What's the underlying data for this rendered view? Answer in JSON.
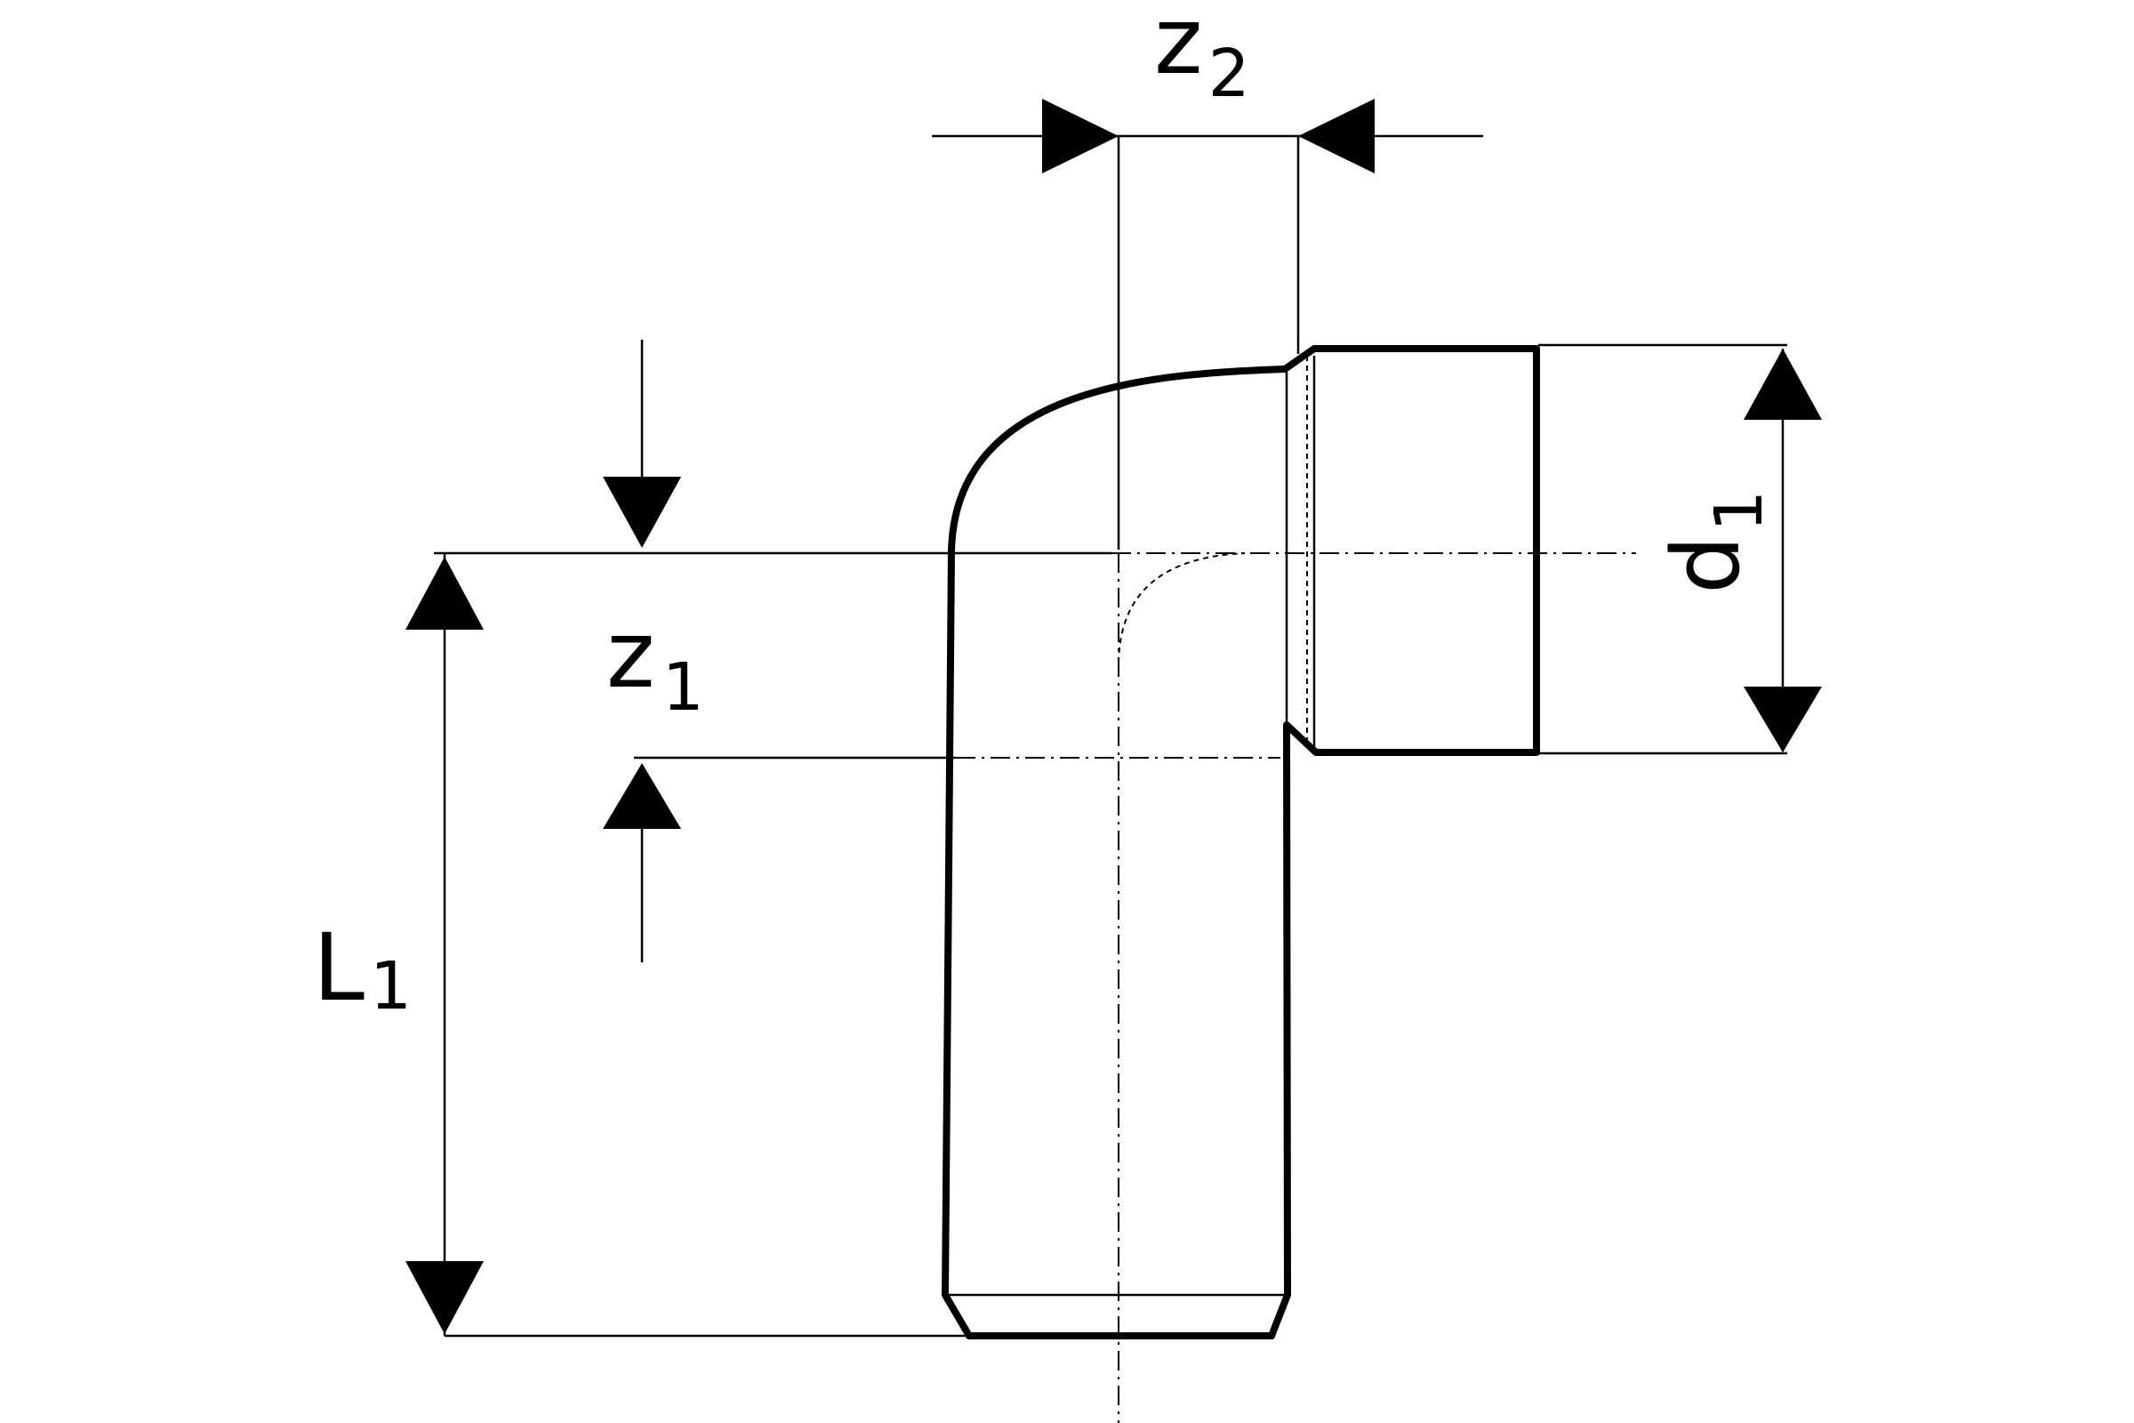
{
  "labels": {
    "z2": {
      "main": "z",
      "sub": "2"
    },
    "z1": {
      "main": "z",
      "sub": "1"
    },
    "l1": {
      "main": "L",
      "sub": "1"
    },
    "d1": {
      "main": "d",
      "sub": "1"
    }
  },
  "colors": {
    "stroke": "#000000",
    "background": "#ffffff"
  }
}
